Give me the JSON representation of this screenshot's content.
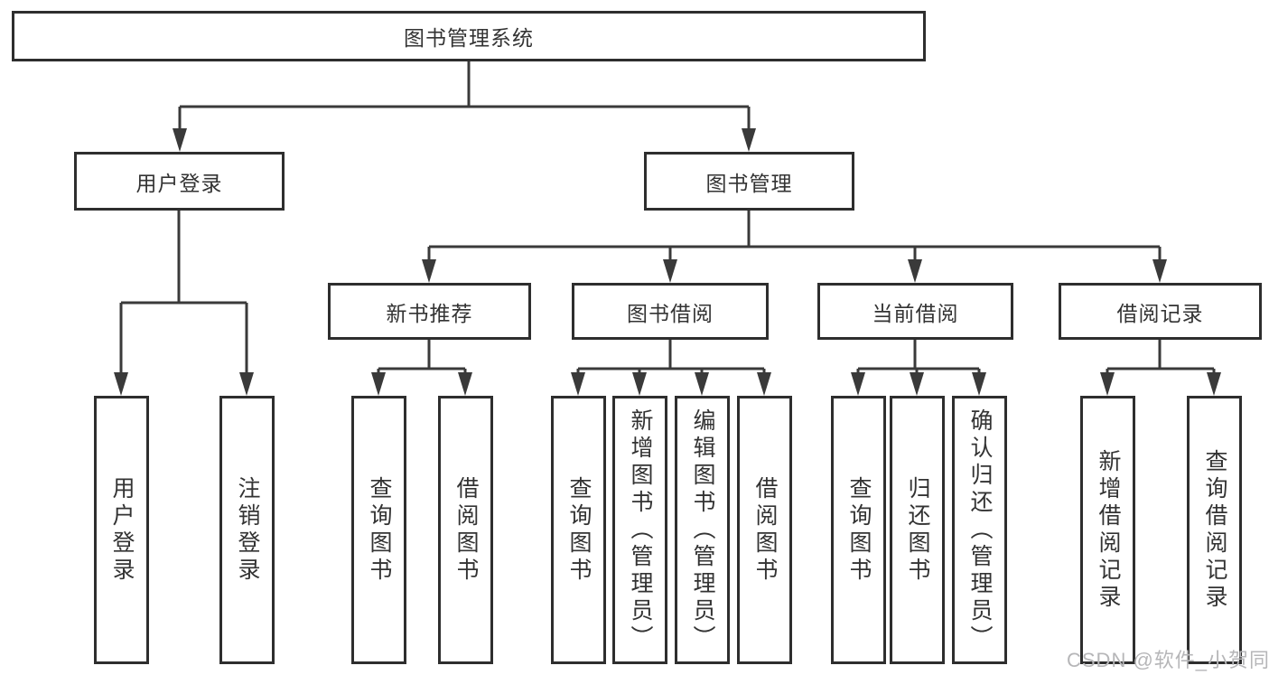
{
  "diagram": {
    "root": {
      "label": "图书管理系统"
    },
    "level2": [
      {
        "id": "user-login",
        "label": "用户登录"
      },
      {
        "id": "book-management",
        "label": "图书管理"
      }
    ],
    "level3": [
      {
        "id": "new-book-recommend",
        "label": "新书推荐"
      },
      {
        "id": "book-borrowing",
        "label": "图书借阅"
      },
      {
        "id": "current-borrowing",
        "label": "当前借阅"
      },
      {
        "id": "borrowing-records",
        "label": "借阅记录"
      }
    ],
    "leaves": [
      {
        "id": "user-login",
        "label": "用户登录"
      },
      {
        "id": "logout",
        "label": "注销登录"
      },
      {
        "id": "query-book-recommend",
        "label": "查询图书"
      },
      {
        "id": "borrow-book-recommend",
        "label": "借阅图书"
      },
      {
        "id": "query-book-borrowing",
        "label": "查询图书"
      },
      {
        "id": "add-book-admin",
        "label": "新增图书（管理员）"
      },
      {
        "id": "edit-book-admin",
        "label": "编辑图书（管理员）"
      },
      {
        "id": "borrow-book-borrowing",
        "label": "借阅图书"
      },
      {
        "id": "query-book-current",
        "label": "查询图书"
      },
      {
        "id": "return-book",
        "label": "归还图书"
      },
      {
        "id": "confirm-return-admin",
        "label": "确认归还（管理员）"
      },
      {
        "id": "add-borrow-record",
        "label": "新增借阅记录"
      },
      {
        "id": "query-borrow-record",
        "label": "查询借阅记录"
      }
    ],
    "watermark": "CSDN @软件_小贺同学",
    "colors": {
      "line": "#3a3a3a",
      "box_border": "#2e2e2e",
      "text": "#333333",
      "watermark": "#b6b6b8"
    }
  }
}
